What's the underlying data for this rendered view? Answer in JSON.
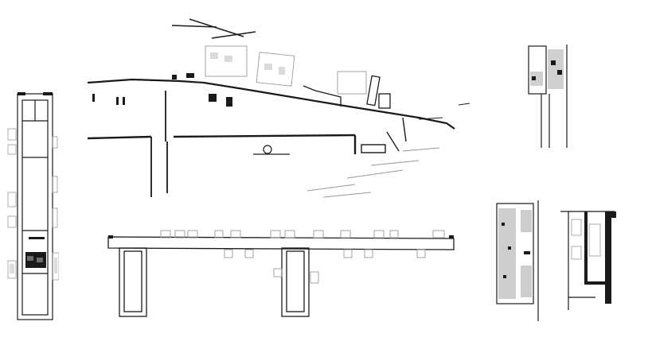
{
  "sheet": {
    "background": "#ffffff",
    "ink_color": "#1a1a1a",
    "hatch_color": "#9a9a9a"
  },
  "drawings": [
    {
      "id": "vertical-plan",
      "kind": "plan"
    },
    {
      "id": "site-plan",
      "kind": "plan"
    },
    {
      "id": "horizontal-plan",
      "kind": "plan"
    },
    {
      "id": "detail-top-right",
      "kind": "detail"
    },
    {
      "id": "detail-bottom-right-hatched",
      "kind": "detail"
    },
    {
      "id": "detail-bottom-right-section",
      "kind": "section"
    }
  ]
}
